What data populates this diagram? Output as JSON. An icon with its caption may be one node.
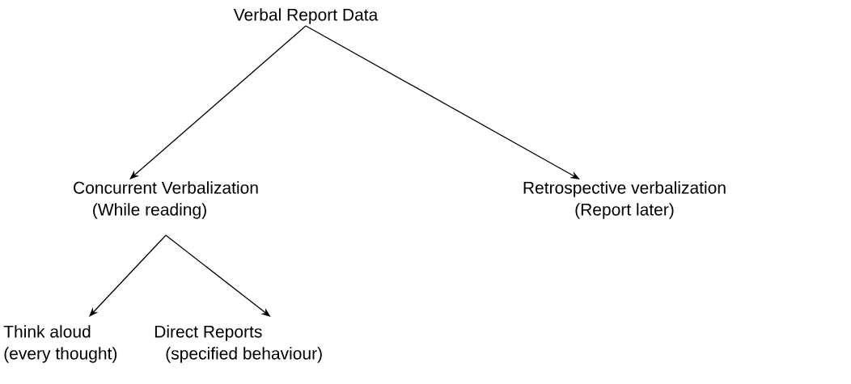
{
  "diagram": {
    "nodes": [
      {
        "text": [
          "Verbal Report Data"
        ]
      },
      {
        "text": [
          "Concurrent Verbalization",
          "(While reading)"
        ]
      },
      {
        "text": [
          "Retrospective verbalization",
          "(Report later)"
        ]
      },
      {
        "text": [
          "Think aloud",
          "(every thought)"
        ]
      },
      {
        "text": [
          "Direct Reports",
          "(specified behaviour)"
        ]
      }
    ],
    "edges": [
      {
        "from": 0,
        "to": 1,
        "arrow": "to"
      },
      {
        "from": 0,
        "to": 2,
        "arrow": "to"
      },
      {
        "from": 1,
        "to": 3,
        "arrow": "to"
      },
      {
        "from": 1,
        "to": 4,
        "arrow": "to"
      }
    ]
  }
}
